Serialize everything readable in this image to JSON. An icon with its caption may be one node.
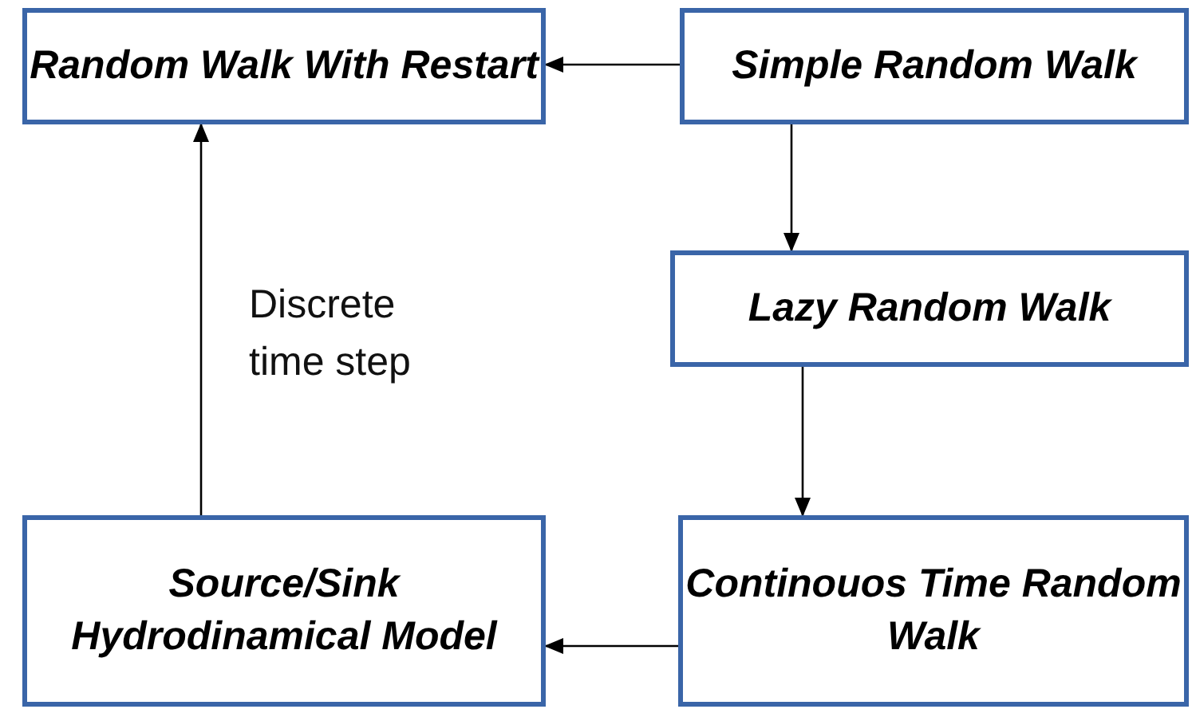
{
  "diagram": {
    "nodes": [
      {
        "text": [
          "Random Walk With Restart"
        ]
      },
      {
        "text": [
          "Simple Random Walk"
        ]
      },
      {
        "text": [
          "Lazy Random Walk"
        ]
      },
      {
        "text": [
          "Continouos Time Random Walk"
        ]
      },
      {
        "text": [
          "Source/Sink Hydrodinamical Model"
        ]
      }
    ],
    "edges": [
      {
        "from": 1,
        "to": 0,
        "arrow": "to"
      },
      {
        "from": 1,
        "to": 2,
        "arrow": "to"
      },
      {
        "from": 2,
        "to": 3,
        "arrow": "to"
      },
      {
        "from": 3,
        "to": 4,
        "arrow": "to"
      },
      {
        "from": 4,
        "to": 0,
        "arrow": "to",
        "label": "Discrete time step"
      }
    ]
  }
}
